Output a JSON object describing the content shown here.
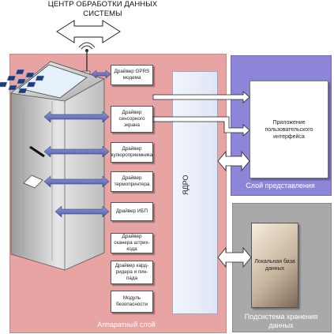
{
  "header": {
    "title_line1": "ЦЕНТР ОБРАБОТКИ ДАННЫХ",
    "title_line2": "СИСТЕМЫ"
  },
  "layers": {
    "hardware": "Аппаратный слой",
    "presentation": "Слой представления",
    "storage": "Подсистема хранения данных"
  },
  "kernel_label": "ЯДРО",
  "drivers": [
    "Драйвер GPRS модема",
    "Драйвер сенсорного экрана",
    "Драйвер купюроприемника",
    "Драйвер термопринтера",
    "Драйвер ИБП",
    "Драйвер сканера штрих-кода",
    "Драйвер кард-ридера и пин-пада",
    "Модуль безопасности"
  ],
  "presentation_app": "Приложение пользовательского интерфейса",
  "database": "Локальная база данных",
  "colors": {
    "hardware_layer": "#e8a3a3",
    "presentation_layer": "#8d86d8",
    "storage_layer": "#a9a9a9",
    "arrow_fill": "#6b78c8"
  }
}
